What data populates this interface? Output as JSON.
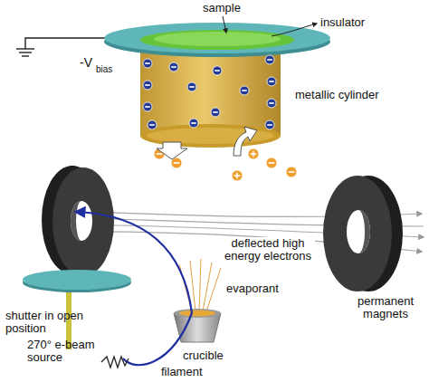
{
  "diagram": {
    "labels": [
      "sample",
      "insulator",
      "metallic cylinder",
      "-V",
      "bias",
      "deflected high energy electrons",
      "evaporant",
      "permanent magnets",
      "shutter in open position",
      "270° e-beam source",
      "filament",
      "crucible"
    ]
  }
}
